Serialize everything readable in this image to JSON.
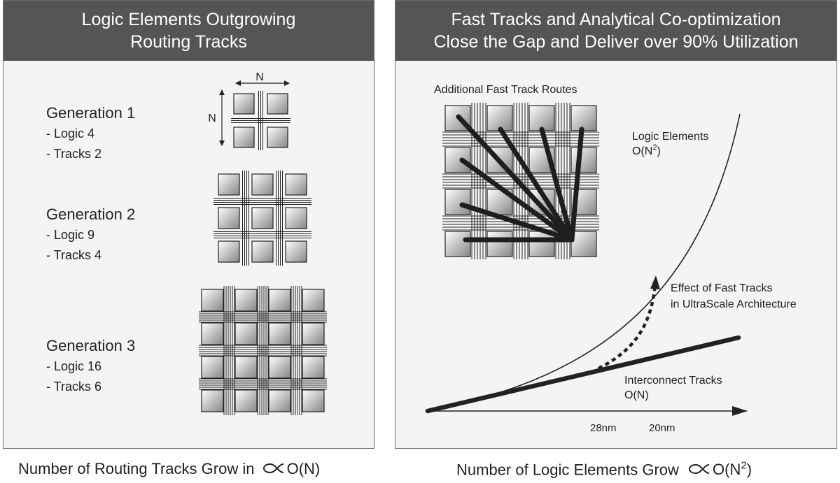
{
  "left": {
    "title_lines": [
      "Logic Elements Outgrowing",
      "Routing Tracks"
    ],
    "n_label_h": "N",
    "n_label_v": "N",
    "generations": [
      {
        "title": "Generation 1",
        "logic": "- Logic 4",
        "tracks": "- Tracks 2"
      },
      {
        "title": "Generation 2",
        "logic": "- Logic 9",
        "tracks": "- Tracks 4"
      },
      {
        "title": "Generation 3",
        "logic": "- Logic 16",
        "tracks": "- Tracks 6"
      }
    ],
    "caption_text": "Number of Routing Tracks Grow in",
    "caption_math": "O(N)"
  },
  "right": {
    "title_lines": [
      "Fast Tracks and Analytical Co-optimization",
      "Close the Gap and Deliver over 90% Utilization"
    ],
    "fast_routes_label": "Additional Fast Track Routes",
    "logic_label": "Logic Elements",
    "logic_order_base": "O(N",
    "logic_order_exp": "2",
    "logic_order_close": ")",
    "effect_label_1": "Effect of Fast Tracks",
    "effect_label_2": "in UltraScale Architecture",
    "interconnect_label": "Interconnect Tracks",
    "interconnect_order": "O(N)",
    "tick_28": "28nm",
    "tick_20": "20nm",
    "caption_text": "Number of Logic Elements Grow",
    "caption_math_base": "O(N",
    "caption_math_exp": "2",
    "caption_math_close": ")"
  }
}
